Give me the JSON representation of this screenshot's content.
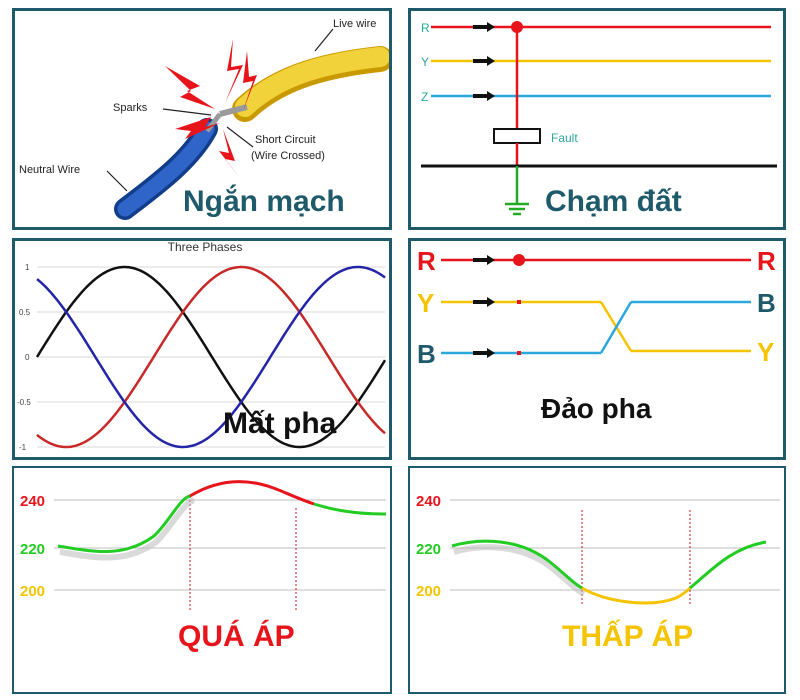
{
  "panel1": {
    "caption": "Ngắn mạch",
    "label_live": "Live wire",
    "label_sparks": "Sparks",
    "label_short_line1": "Short Circuit",
    "label_short_line2": "(Wire Crossed)",
    "label_neutral": "Neutral Wire"
  },
  "panel2": {
    "caption": "Chạm đất",
    "phase_r": "R",
    "phase_y": "Y",
    "phase_z": "Z",
    "fault_label": "Fault"
  },
  "panel3": {
    "caption": "Mất pha",
    "chart_title": "Three Phases",
    "ytick_1": "1",
    "ytick_05": "0.5",
    "ytick_0": "0",
    "ytick_m05": "-0.5",
    "ytick_m1": "-1"
  },
  "panel4": {
    "caption": "Đảo pha",
    "left_r": "R",
    "left_y": "Y",
    "left_b": "B",
    "right_r": "R",
    "right_b": "B",
    "right_y": "Y"
  },
  "panel5": {
    "caption": "QUÁ ÁP",
    "tick_240": "240",
    "tick_220": "220",
    "tick_200": "200"
  },
  "panel6": {
    "caption": "THẤP ÁP",
    "tick_240": "240",
    "tick_220": "220",
    "tick_200": "200"
  },
  "colors": {
    "border": "#1f5a6b",
    "red": "#e8141b",
    "yellow": "#f5c400",
    "blue": "#2aa7dd",
    "green": "#22cc22",
    "black": "#111111"
  },
  "chart_data": [
    {
      "type": "line",
      "title": "Three Phases",
      "ylim": [
        -1,
        1
      ],
      "series": [
        {
          "values": [
            0,
            1,
            0,
            -1,
            0
          ]
        },
        {
          "values": [
            -0.87,
            0.87,
            -0.87
          ]
        },
        {
          "values": [
            0.87,
            -0.87,
            0.87
          ]
        }
      ]
    }
  ]
}
